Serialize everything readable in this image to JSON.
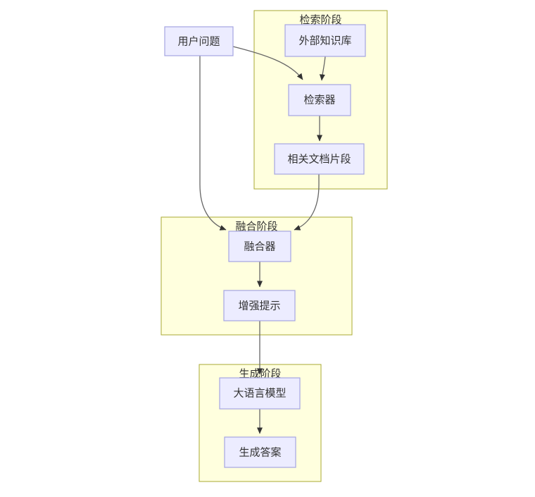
{
  "diagram": {
    "type": "flowchart",
    "clusters": {
      "retrieval": {
        "label": "检索阶段"
      },
      "fusion": {
        "label": "融合阶段"
      },
      "generation": {
        "label": "生成阶段"
      }
    },
    "nodes": {
      "user_question": {
        "label": "用户问题"
      },
      "external_kb": {
        "label": "外部知识库"
      },
      "retriever": {
        "label": "检索器"
      },
      "doc_fragments": {
        "label": "相关文档片段"
      },
      "fuser": {
        "label": "融合器"
      },
      "augmented_prompt": {
        "label": "增强提示"
      },
      "llm": {
        "label": "大语言模型"
      },
      "answer": {
        "label": "生成答案"
      }
    },
    "edges": [
      {
        "from": "用户问题",
        "to": "检索器"
      },
      {
        "from": "外部知识库",
        "to": "检索器"
      },
      {
        "from": "检索器",
        "to": "相关文档片段"
      },
      {
        "from": "用户问题",
        "to": "融合器"
      },
      {
        "from": "相关文档片段",
        "to": "融合器"
      },
      {
        "from": "融合器",
        "to": "增强提示"
      },
      {
        "from": "增强提示",
        "to": "大语言模型"
      },
      {
        "from": "大语言模型",
        "to": "生成答案"
      }
    ],
    "colors": {
      "canvas_bg": "#ffffff",
      "cluster_fill": "#ffffde",
      "cluster_border": "#aaaa33",
      "node_fill": "#ECECFF",
      "node_border": "#a5a5e1",
      "edge_line": "#666666",
      "arrowhead": "#333333",
      "text": "#333333"
    }
  }
}
